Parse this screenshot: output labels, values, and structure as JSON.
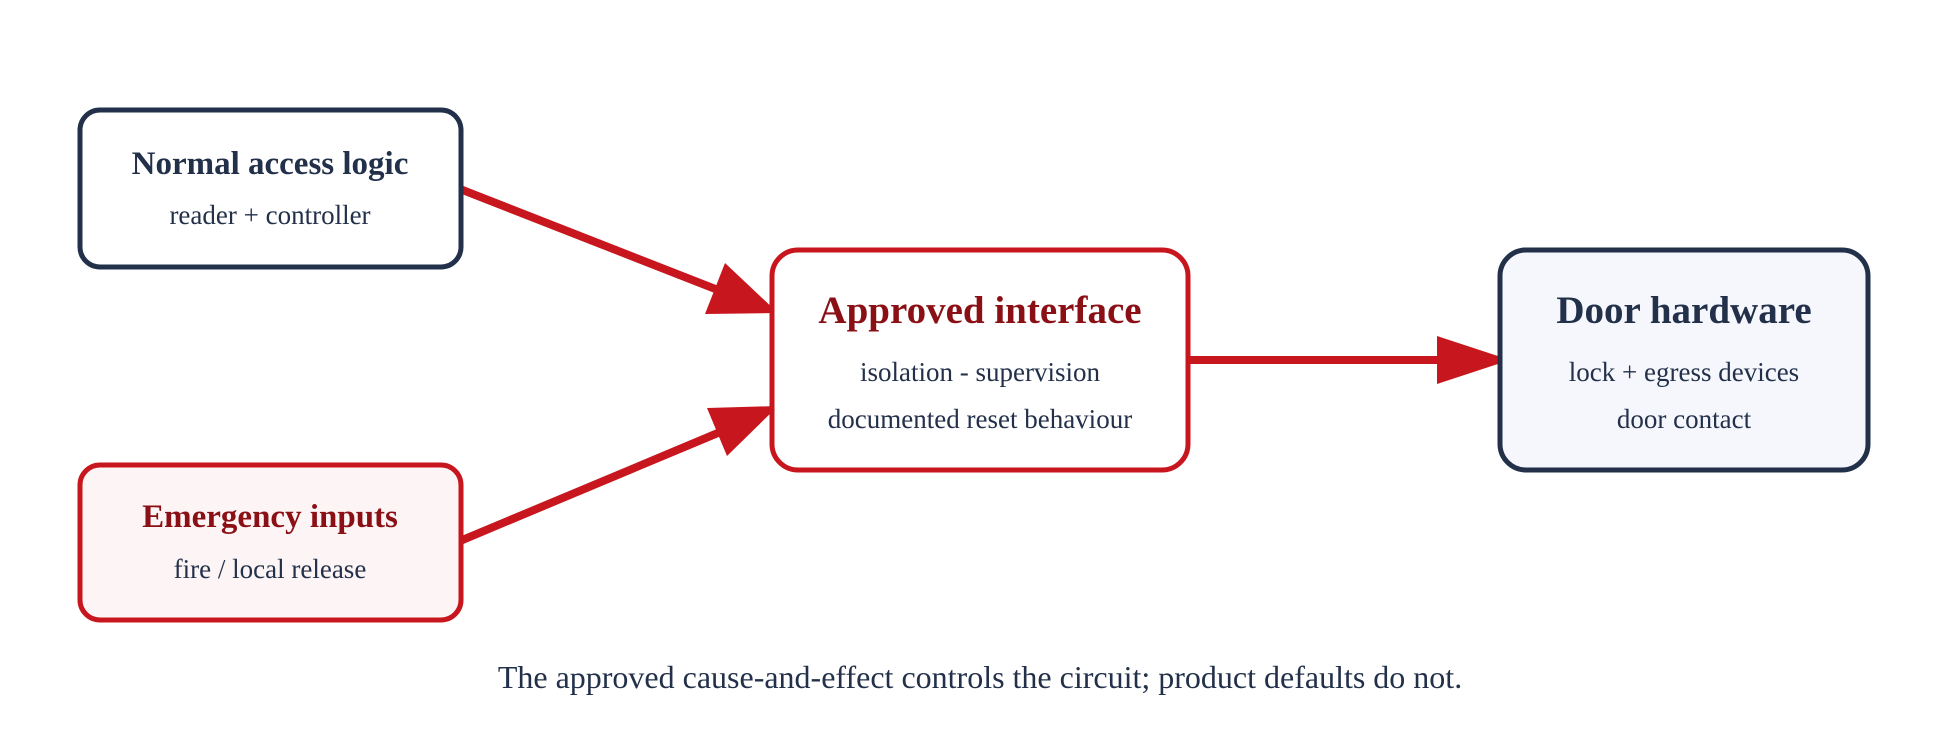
{
  "colors": {
    "navy": "#22304a",
    "red": "#c8161e",
    "dark_red": "#8b1016",
    "light_red_fill": "#fdf5f5",
    "light_blue_fill": "#f5f7fc",
    "white": "#ffffff"
  },
  "nodes": {
    "normal_access": {
      "title": "Normal access logic",
      "line1": "reader + controller"
    },
    "emergency_inputs": {
      "title": "Emergency inputs",
      "line1": "fire / local release"
    },
    "approved_interface": {
      "title": "Approved interface",
      "line1": "isolation - supervision",
      "line2": "documented reset behaviour"
    },
    "door_hardware": {
      "title": "Door hardware",
      "line1": "lock + egress devices",
      "line2": "door contact"
    }
  },
  "caption": "The approved cause-and-effect controls the circuit; product defaults do not."
}
